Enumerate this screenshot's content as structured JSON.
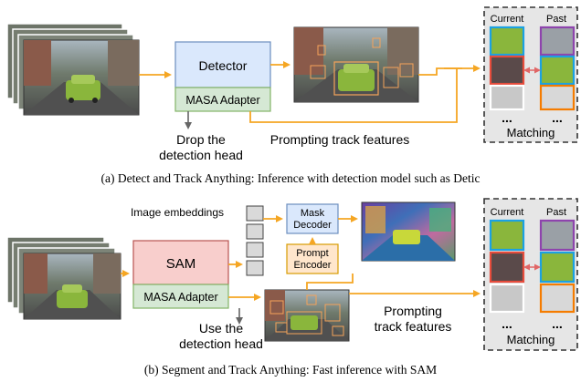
{
  "panel_a": {
    "detector_label": "Detector",
    "adapter_label": "MASA Adapter",
    "drop_label_line1": "Drop the",
    "drop_label_line2": "detection head",
    "prompt_label": "Prompting track features",
    "match_current": "Current",
    "match_past": "Past",
    "match_ellipsis_left": "...",
    "match_ellipsis_right": "...",
    "match_label": "Matching",
    "caption": "(a) Detect and Track Anything: Inference with detection model such as Detic"
  },
  "panel_b": {
    "embeddings_label": "Image embeddings",
    "sam_label": "SAM",
    "adapter_label": "MASA Adapter",
    "mask_decoder_line1": "Mask",
    "mask_decoder_line2": "Decoder",
    "prompt_encoder_line1": "Prompt",
    "prompt_encoder_line2": "Encoder",
    "use_label_line1": "Use the",
    "use_label_line2": "detection head",
    "prompt_label_line1": "Prompting",
    "prompt_label_line2": "track features",
    "match_current": "Current",
    "match_past": "Past",
    "match_ellipsis_left": "...",
    "match_ellipsis_right": "...",
    "match_label": "Matching",
    "caption": "(b) Segment and Track Anything: Fast inference with SAM"
  },
  "colors": {
    "arrow": "#f5a623",
    "detector_fill": "#dae8fc",
    "detector_stroke": "#6c8ebf",
    "adapter_fill": "#d5e8d4",
    "adapter_stroke": "#82b366",
    "sam_fill": "#f8cecc",
    "sam_stroke": "#b85450",
    "encoder_fill": "#ffe6cc",
    "encoder_stroke": "#d79b00",
    "match_bg": "#e6e6e6",
    "crop_blue": "#1ba1e2",
    "crop_purple": "#8e44ad",
    "crop_red": "#e74c3c",
    "crop_orange": "#f57c00"
  }
}
